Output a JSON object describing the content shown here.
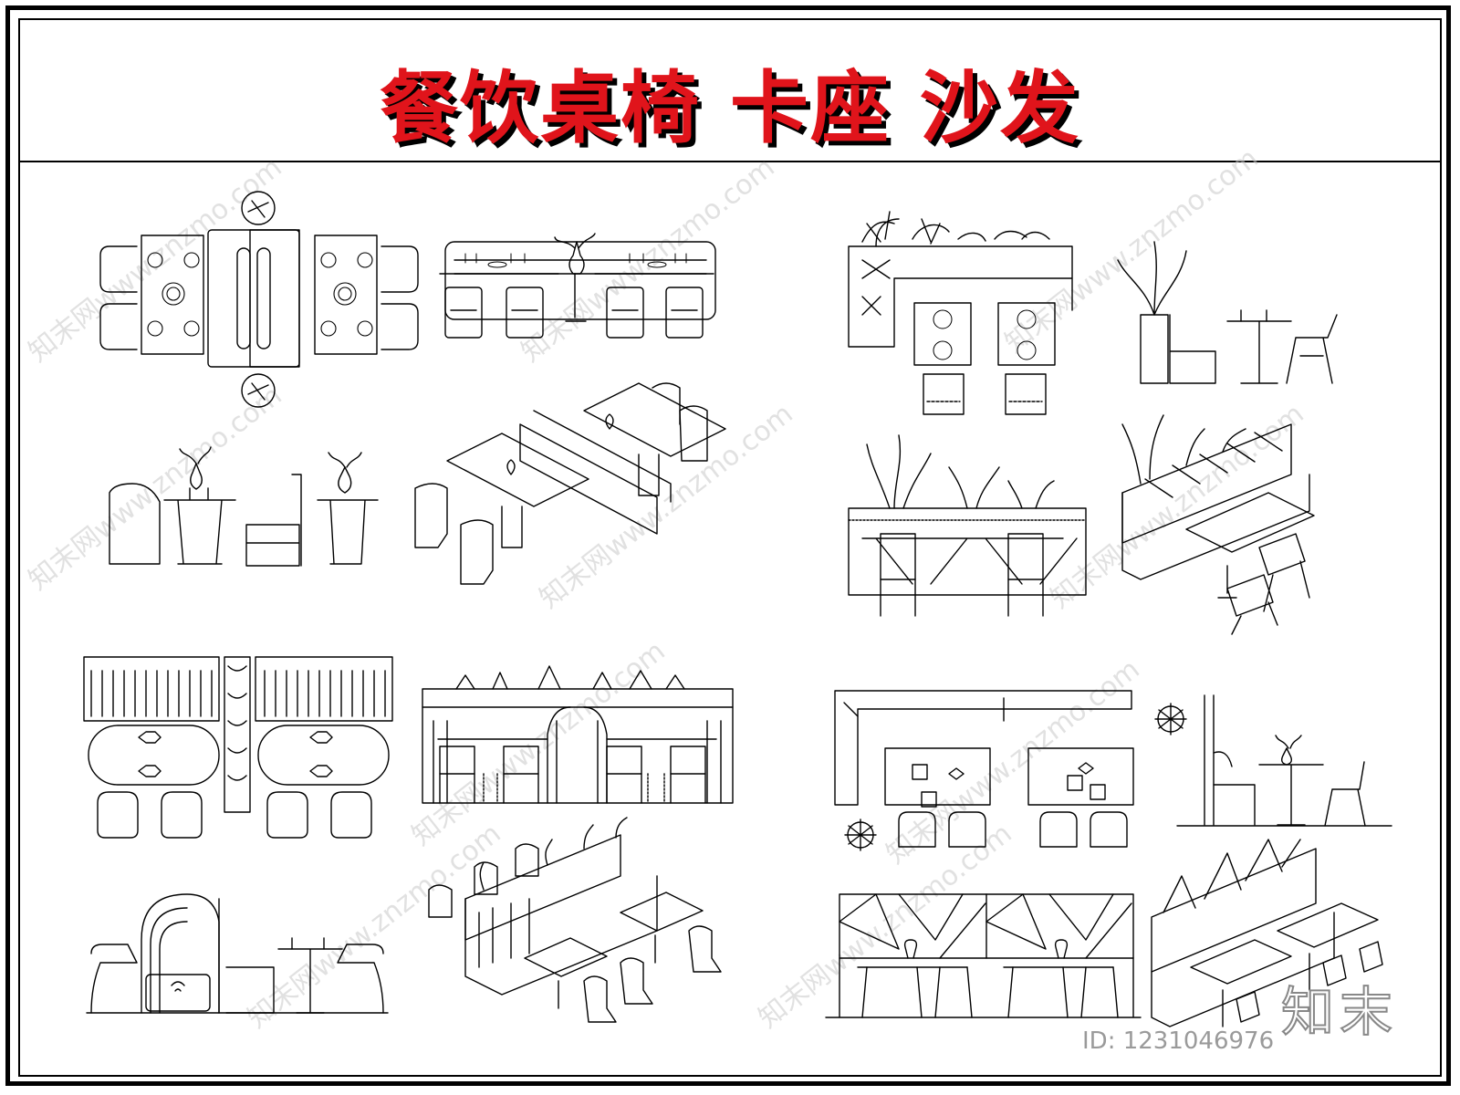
{
  "title": "餐饮桌椅 卡座 沙发",
  "brand": {
    "logo_text": "知末",
    "id_text": "ID: 1231046976"
  },
  "watermark": "知末网www.znzmo.com",
  "colors": {
    "title": "#e0141b",
    "title_shadow": "#000000",
    "line": "#000000",
    "watermark": "#c9c9c9"
  },
  "drawings": [
    {
      "name": "booth-plan-1"
    },
    {
      "name": "bar-elevation-1"
    },
    {
      "name": "table-side-view-1"
    },
    {
      "name": "booth-axonometric-1"
    },
    {
      "name": "planter-booth-plan"
    },
    {
      "name": "planter-side-view"
    },
    {
      "name": "planter-elevation"
    },
    {
      "name": "planter-axonometric"
    },
    {
      "name": "oval-table-plan"
    },
    {
      "name": "arch-booth-elevation"
    },
    {
      "name": "arch-booth-side-view"
    },
    {
      "name": "arch-booth-axonometric"
    },
    {
      "name": "corner-booth-plan"
    },
    {
      "name": "corner-booth-side-view"
    },
    {
      "name": "triangle-screen-elevation"
    },
    {
      "name": "triangle-screen-axonometric"
    }
  ]
}
